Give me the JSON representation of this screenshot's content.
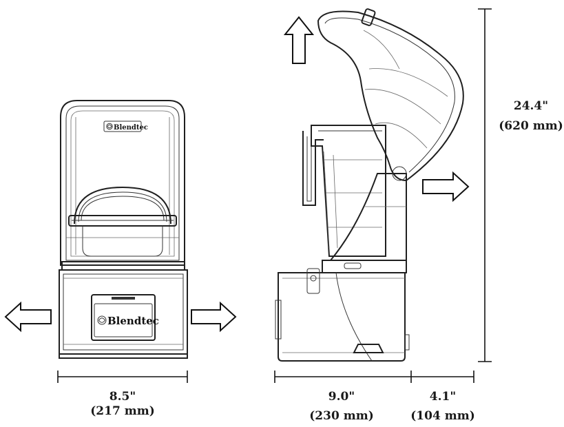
{
  "front_view": {
    "brand_top": "Blendtec",
    "brand_base": "Blendtec",
    "width_in": "8.5\"",
    "width_mm": "(217 mm)"
  },
  "side_view": {
    "depth_in": "9.0\"",
    "depth_mm": "(230 mm)",
    "clearance_in": "4.1\"",
    "clearance_mm": "(104 mm)",
    "height_in": "24.4\"",
    "height_mm": "(620 mm)"
  },
  "icons": [
    "arrow-left-icon",
    "arrow-right-icon",
    "arrow-up-icon",
    "blendtec-logo-icon"
  ]
}
